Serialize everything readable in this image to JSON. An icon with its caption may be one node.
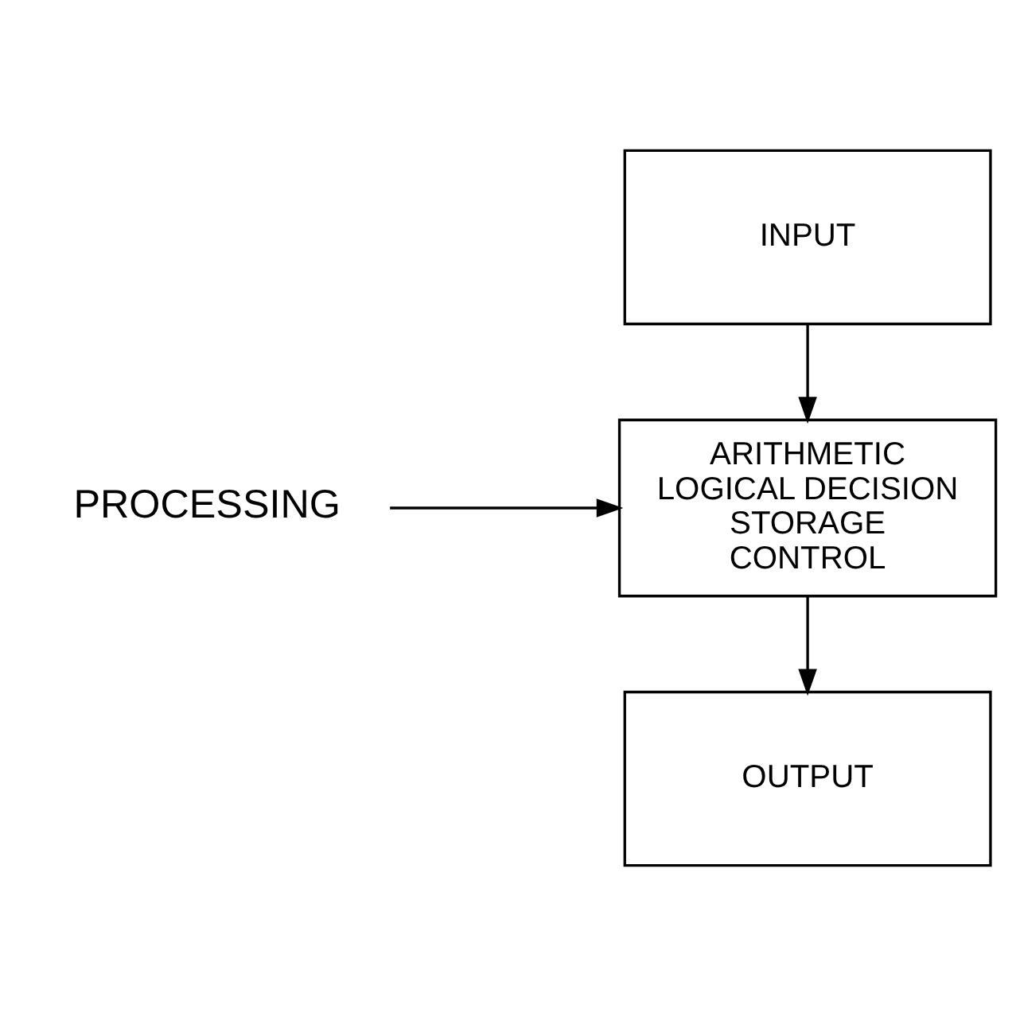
{
  "diagram": {
    "nodes": [
      {
        "text": [
          "INPUT"
        ]
      },
      {
        "text": [
          "ARITHMETIC",
          "LOGICAL DECISION",
          "STORAGE",
          "CONTROL"
        ]
      },
      {
        "text": [
          "OUTPUT"
        ]
      },
      {
        "text": [
          "PROCESSING"
        ]
      }
    ],
    "edges": [
      {
        "from": 0,
        "to": 1,
        "arrow": "to"
      },
      {
        "from": 3,
        "to": 1,
        "arrow": "to"
      },
      {
        "from": 1,
        "to": 2,
        "arrow": "to"
      }
    ]
  }
}
